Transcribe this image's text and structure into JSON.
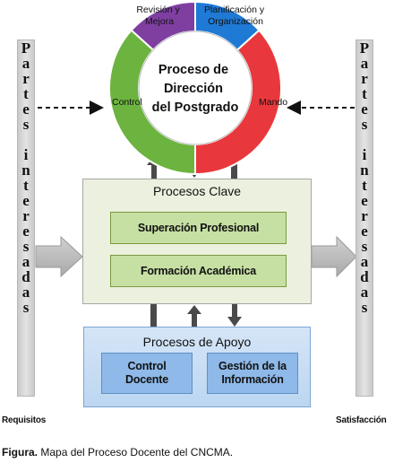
{
  "ring": {
    "center_lines": [
      "Proceso de",
      "Dirección",
      "del Postgrado"
    ],
    "segments": [
      {
        "label_lines": [
          "Revisión y",
          "Mejora"
        ],
        "color": "#7f3fa1"
      },
      {
        "label_lines": [
          "Planificación y",
          "Organización"
        ],
        "color": "#1f7ad6"
      },
      {
        "label_lines": [
          "Mando"
        ],
        "color": "#e8383d"
      },
      {
        "label_lines": [
          "Control"
        ],
        "color": "#6cb33f"
      }
    ]
  },
  "pillars": {
    "left_letters": [
      "P",
      "a",
      "r",
      "t",
      "e",
      "s",
      "",
      "i",
      "n",
      "t",
      "e",
      "r",
      "e",
      "s",
      "a",
      "d",
      "a",
      "s"
    ],
    "right_letters": [
      "P",
      "a",
      "r",
      "t",
      "e",
      "s",
      "",
      "i",
      "n",
      "t",
      "e",
      "r",
      "e",
      "s",
      "a",
      "d",
      "a",
      "s"
    ],
    "left_label": "Requisitos",
    "right_label": "Satisfacción"
  },
  "clave": {
    "title": "Procesos Clave",
    "items": [
      "Superación Profesional",
      "Formación Académica"
    ],
    "color": "#ebf1de"
  },
  "apoyo": {
    "title": "Procesos de Apoyo",
    "items": [
      {
        "lines": [
          "Control",
          "Docente"
        ]
      },
      {
        "lines": [
          "Gestión de la",
          "Información"
        ]
      }
    ],
    "color": "#bcd6f1"
  },
  "caption": {
    "prefix": "Figura.",
    "text": " Mapa del Proceso Docente del CNCMA."
  }
}
